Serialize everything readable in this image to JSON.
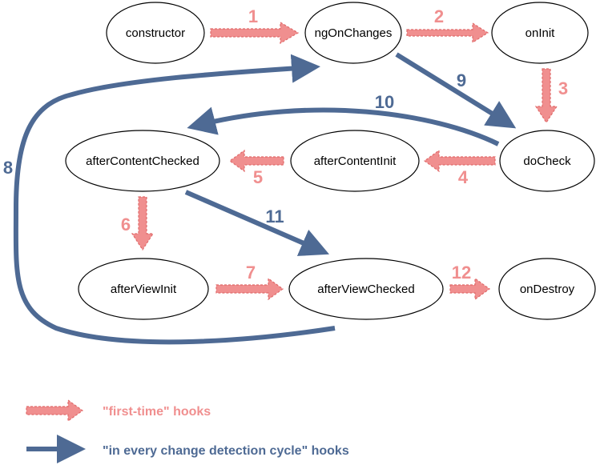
{
  "colors": {
    "first_time": "#f08f8f",
    "first_time_stroke": "#e06a6a",
    "every_cycle": "#4e6a94",
    "node_stroke": "#000000",
    "node_fill": "#ffffff"
  },
  "nodes": {
    "constructor": "constructor",
    "ngOnChanges": "ngOnChanges",
    "onInit": "onInit",
    "doCheck": "doCheck",
    "afterContentInit": "afterContentInit",
    "afterContentChecked": "afterContentChecked",
    "afterViewInit": "afterViewInit",
    "afterViewChecked": "afterViewChecked",
    "onDestroy": "onDestroy"
  },
  "steps": {
    "s1": "1",
    "s2": "2",
    "s3": "3",
    "s4": "4",
    "s5": "5",
    "s6": "6",
    "s7": "7",
    "s8": "8",
    "s9": "9",
    "s10": "10",
    "s11": "11",
    "s12": "12"
  },
  "legend": {
    "first_time": "\"first-time\" hooks",
    "every_cycle": "\"in every change detection cycle\" hooks"
  }
}
